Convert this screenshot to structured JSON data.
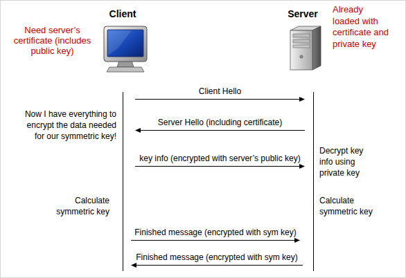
{
  "diagram": {
    "nodes": [
      {
        "text": [
          "Client",
          "Need server’s certificate (includes public key)"
        ]
      },
      {
        "text": [
          "Server",
          "Already loaded with certificate and private key"
        ]
      }
    ],
    "edges": [
      {
        "from": 0,
        "to": 1,
        "label": "Client Hello",
        "arrow": "to"
      },
      {
        "from": 1,
        "to": 0,
        "label": "Server Hello (including certificate)",
        "arrow": "to"
      },
      {
        "from": 0,
        "to": 1,
        "label": "key info (encrypted with server’s public key)",
        "arrow": "to"
      },
      {
        "from": 0,
        "to": 1,
        "label": "Finished message (encrypted with sym key)",
        "arrow": "to"
      },
      {
        "from": 1,
        "to": 0,
        "label": "Finished message (encrypted with sym key)",
        "arrow": "to"
      }
    ],
    "labels": [
      "Now I have everything to encrypt the data needed for our symmetric key!",
      "Decrypt key info using private key",
      "Calculate symmetric key",
      "Calculate symmetric key"
    ]
  }
}
